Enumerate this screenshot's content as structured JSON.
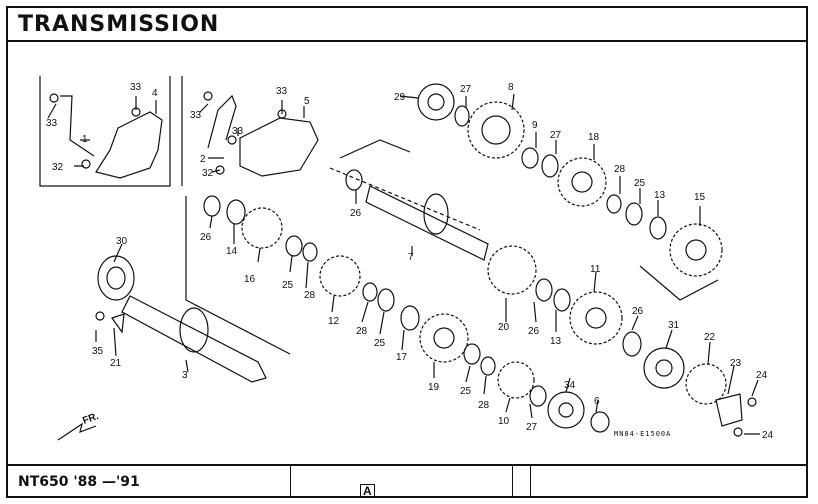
{
  "title": "TRANSMISSION",
  "footer": {
    "model": "NT650 '88 —'91",
    "section_letter": "A"
  },
  "diagram_code": "MN84-E1500A",
  "front_arrow_label": "FR.",
  "callouts": {
    "c1": "1",
    "c2": "2",
    "c3": "3",
    "c4": "4",
    "c5": "5",
    "c6": "6",
    "c7": "7",
    "c8": "8",
    "c9": "9",
    "c10": "10",
    "c11": "11",
    "c12": "12",
    "c13a": "13",
    "c13b": "13",
    "c14": "14",
    "c15": "15",
    "c16": "16",
    "c17": "17",
    "c18": "18",
    "c19": "19",
    "c20": "20",
    "c21": "21",
    "c22": "22",
    "c23": "23",
    "c24a": "24",
    "c24b": "24",
    "c25a": "25",
    "c25b": "25",
    "c25c": "25",
    "c25d": "25",
    "c26a": "26",
    "c26b": "26",
    "c26c": "26",
    "c26d": "26",
    "c27a": "27",
    "c27b": "27",
    "c27c": "27",
    "c28a": "28",
    "c28b": "28",
    "c28c": "28",
    "c28d": "28",
    "c29": "29",
    "c30": "30",
    "c31": "31",
    "c32a": "32",
    "c32b": "32",
    "c33a": "33",
    "c33b": "33",
    "c33c": "33",
    "c33d": "33",
    "c33e": "33",
    "c34": "34",
    "c35": "35"
  }
}
